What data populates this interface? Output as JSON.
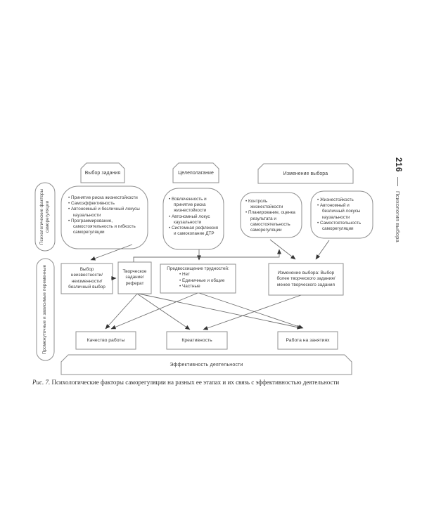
{
  "page": {
    "number": "216",
    "running_title": "Психология выбора",
    "caption_prefix": "Рис. 7.",
    "caption_text": " Психологические факторы саморегуляции на разных ее этапах и их связь с эффективностью деятельности"
  },
  "row_labels": {
    "factors": "Психологические факторы саморегуляции",
    "variables": "Промежуточные и зависимые переменные"
  },
  "stages": [
    {
      "label": "Выбор задания"
    },
    {
      "label": "Целеполагание"
    },
    {
      "label": "Изменение выбора"
    }
  ],
  "factor_boxes": [
    {
      "items": [
        "Принятие риска жизнестойкости",
        "Самоэффективность",
        "Автономный и безличный локусы каузальности",
        "Программирование, самостоятельность и гибкость саморегуляции"
      ]
    },
    {
      "items": [
        "Вовлеченность и принятие риска жизнестойкости",
        "Автономный локус каузальности",
        "Системная рефлексия и самокопание ДТР"
      ]
    },
    {
      "items": [
        "Контроль жизнестойкости",
        "Планирование, оценка результата и самостоятельность саморегуляции"
      ]
    },
    {
      "items": [
        "Жизнестойкость",
        "Автономный и безличный локусы каузальности",
        "Самостоятельность саморегуляции"
      ]
    }
  ],
  "variable_boxes": {
    "choice": "Выбор неизвестности/ неизменности/ безличный выбор",
    "task": "Творческое задание/ реферат",
    "anticipation_title": "Предвосхищение трудностей:",
    "anticipation_items": [
      "Нет",
      "Единичные и общие",
      "Частные"
    ],
    "change": "Изменение выбора: Выбор более творческого задания/ менее творческого задания"
  },
  "outcomes": [
    "Качество работы",
    "Креативность",
    "Работа на занятиях"
  ],
  "effectiveness_label": "Эффективность деятельности",
  "colors": {
    "line": "#6f6f6f",
    "box_border": "#8f8f8f",
    "arrowhead": "#333333",
    "text": "#3c3c3c"
  }
}
